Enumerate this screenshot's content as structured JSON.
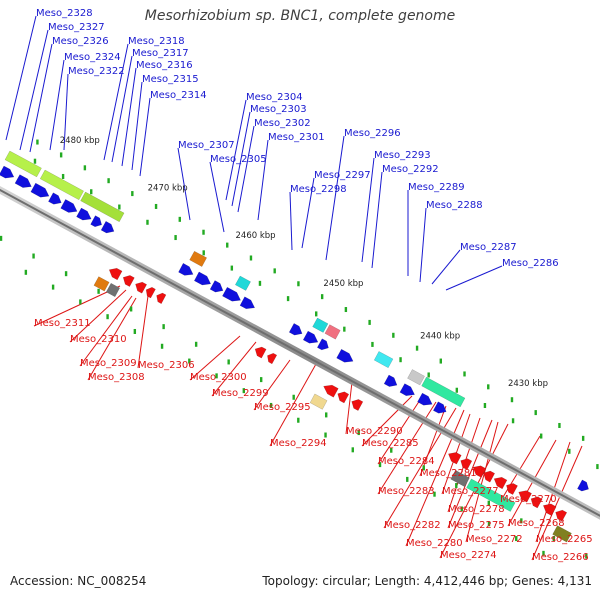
{
  "title": "Mesorhizobium sp. BNC1, complete genome",
  "footer": {
    "accession": "Accession: NC_008254",
    "topology": "Topology: circular; Length: 4,412,446 bp; Genes: 4,131"
  },
  "colors": {
    "forward_gene": "#1010dd",
    "reverse_gene": "#ee1010",
    "forward_label": "#1a1ad0",
    "reverse_label": "#dd1515",
    "backbone": "#909090",
    "tick": "#22aa22"
  },
  "scale_ticks": [
    "2480 kbp",
    "2470 kbp",
    "2460 kbp",
    "2450 kbp",
    "2440 kbp",
    "2430 kbp"
  ],
  "forward_genes": [
    "Meso_2328",
    "Meso_2327",
    "Meso_2326",
    "Meso_2324",
    "Meso_2322",
    "Meso_2318",
    "Meso_2317",
    "Meso_2316",
    "Meso_2315",
    "Meso_2314",
    "Meso_2304",
    "Meso_2303",
    "Meso_2302",
    "Meso_2307",
    "Meso_2301",
    "Meso_2305",
    "Meso_2296",
    "Meso_2297",
    "Meso_2293",
    "Meso_2292",
    "Meso_2298",
    "Meso_2289",
    "Meso_2288",
    "Meso_2287",
    "Meso_2286"
  ],
  "reverse_genes": [
    "Meso_2311",
    "Meso_2310",
    "Meso_2309",
    "Meso_2306",
    "Meso_2308",
    "Meso_2300",
    "Meso_2299",
    "Meso_2295",
    "Meso_2290",
    "Meso_2294",
    "Meso_2285",
    "Meso_2284",
    "Meso_2281",
    "Meso_2283",
    "Meso_2277",
    "Meso_2278",
    "Meso_2270",
    "Meso_2282",
    "Meso_2275",
    "Meso_2268",
    "Meso_2280",
    "Meso_2272",
    "Meso_2265",
    "Meso_2274",
    "Meso_2266"
  ]
}
